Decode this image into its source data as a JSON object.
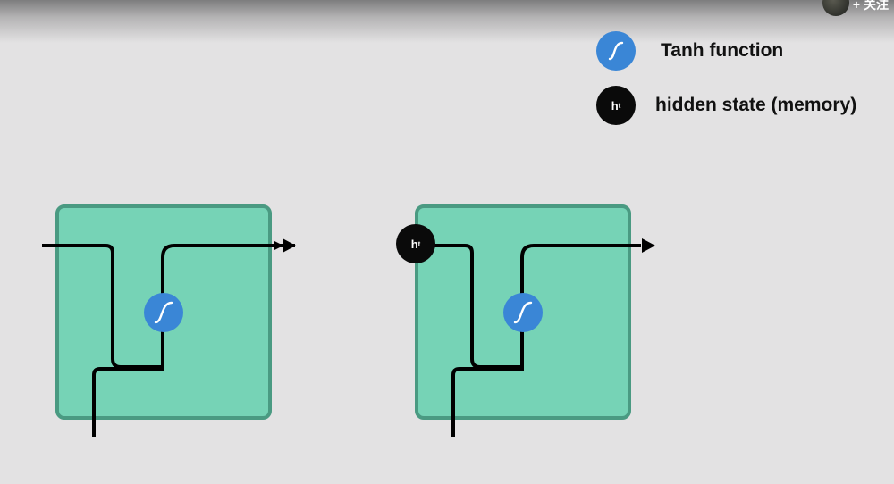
{
  "overlay": {
    "follow_text": "+ 关注"
  },
  "legend": {
    "tanh_label": "Tanh function",
    "hidden_label": "hidden state (memory)",
    "hidden_symbol": "h",
    "hidden_subscript": "t"
  },
  "colors": {
    "cell_fill": "#76d3b6",
    "cell_border": "#4a9a82",
    "tanh": "#3a86d6",
    "hidden": "#0a0a0a",
    "wire": "#000000"
  },
  "icons": {
    "tanh": "sigmoid-curve-icon",
    "hidden": "hidden-state-node"
  }
}
